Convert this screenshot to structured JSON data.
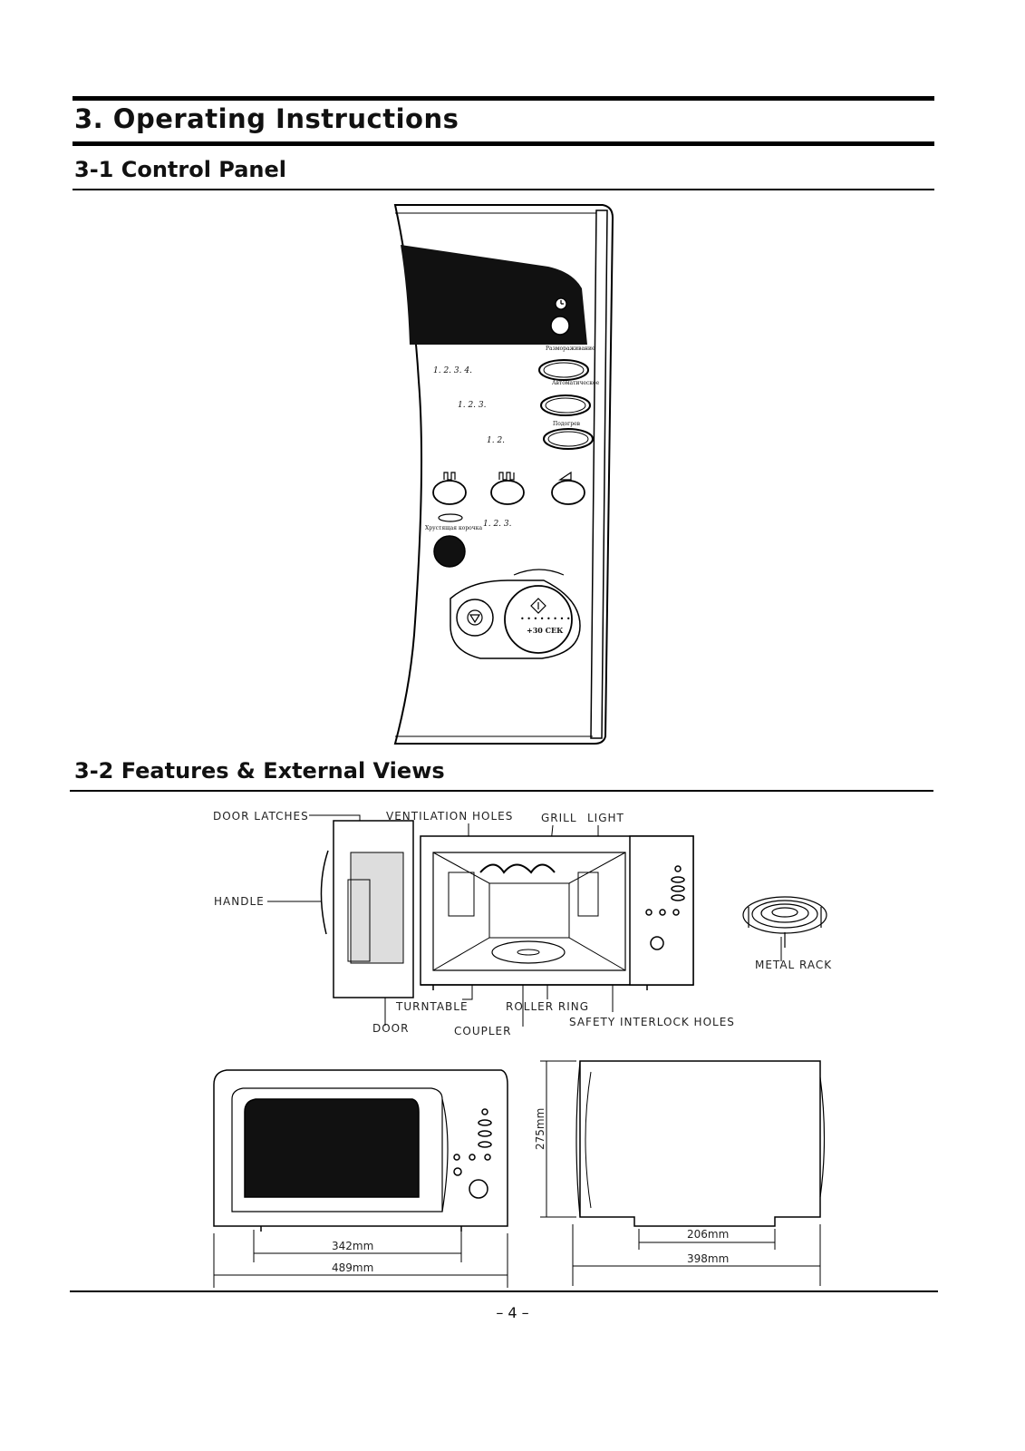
{
  "header": {
    "title": "3. Operating  Instructions",
    "section_control_panel": "3-1 Control Panel",
    "section_features": "3-2 Features & External Views"
  },
  "control_panel": {
    "label_defrost": "Размораживание",
    "label_auto_cook": "Автоматическое",
    "label_reheat": "Подогрев",
    "label_crust": "Хрустящая корочка",
    "row1_text": "1.     2.      3.     4.",
    "row2_text": "1.      2.      3.",
    "row3_text": "1.      2.",
    "row5_text": "1.      2.      3.",
    "plus30": "+30 СЕК"
  },
  "features": {
    "door_latches": "DOOR LATCHES",
    "ventilation_holes": "VENTILATION HOLES",
    "grill": "GRILL",
    "light": "LIGHT",
    "handle": "HANDLE",
    "metal_rack": "METAL RACK",
    "turntable": "TURNTABLE",
    "roller_ring": "ROLLER RING",
    "door": "DOOR",
    "coupler": "COUPLER",
    "safety_interlock_holes": "SAFETY INTERLOCK HOLES"
  },
  "dimensions": {
    "height": "275mm",
    "inner_width": "342mm",
    "outer_width": "489mm",
    "foot_span": "206mm",
    "depth": "398mm"
  },
  "footer": {
    "page_number": "– 4 –"
  }
}
